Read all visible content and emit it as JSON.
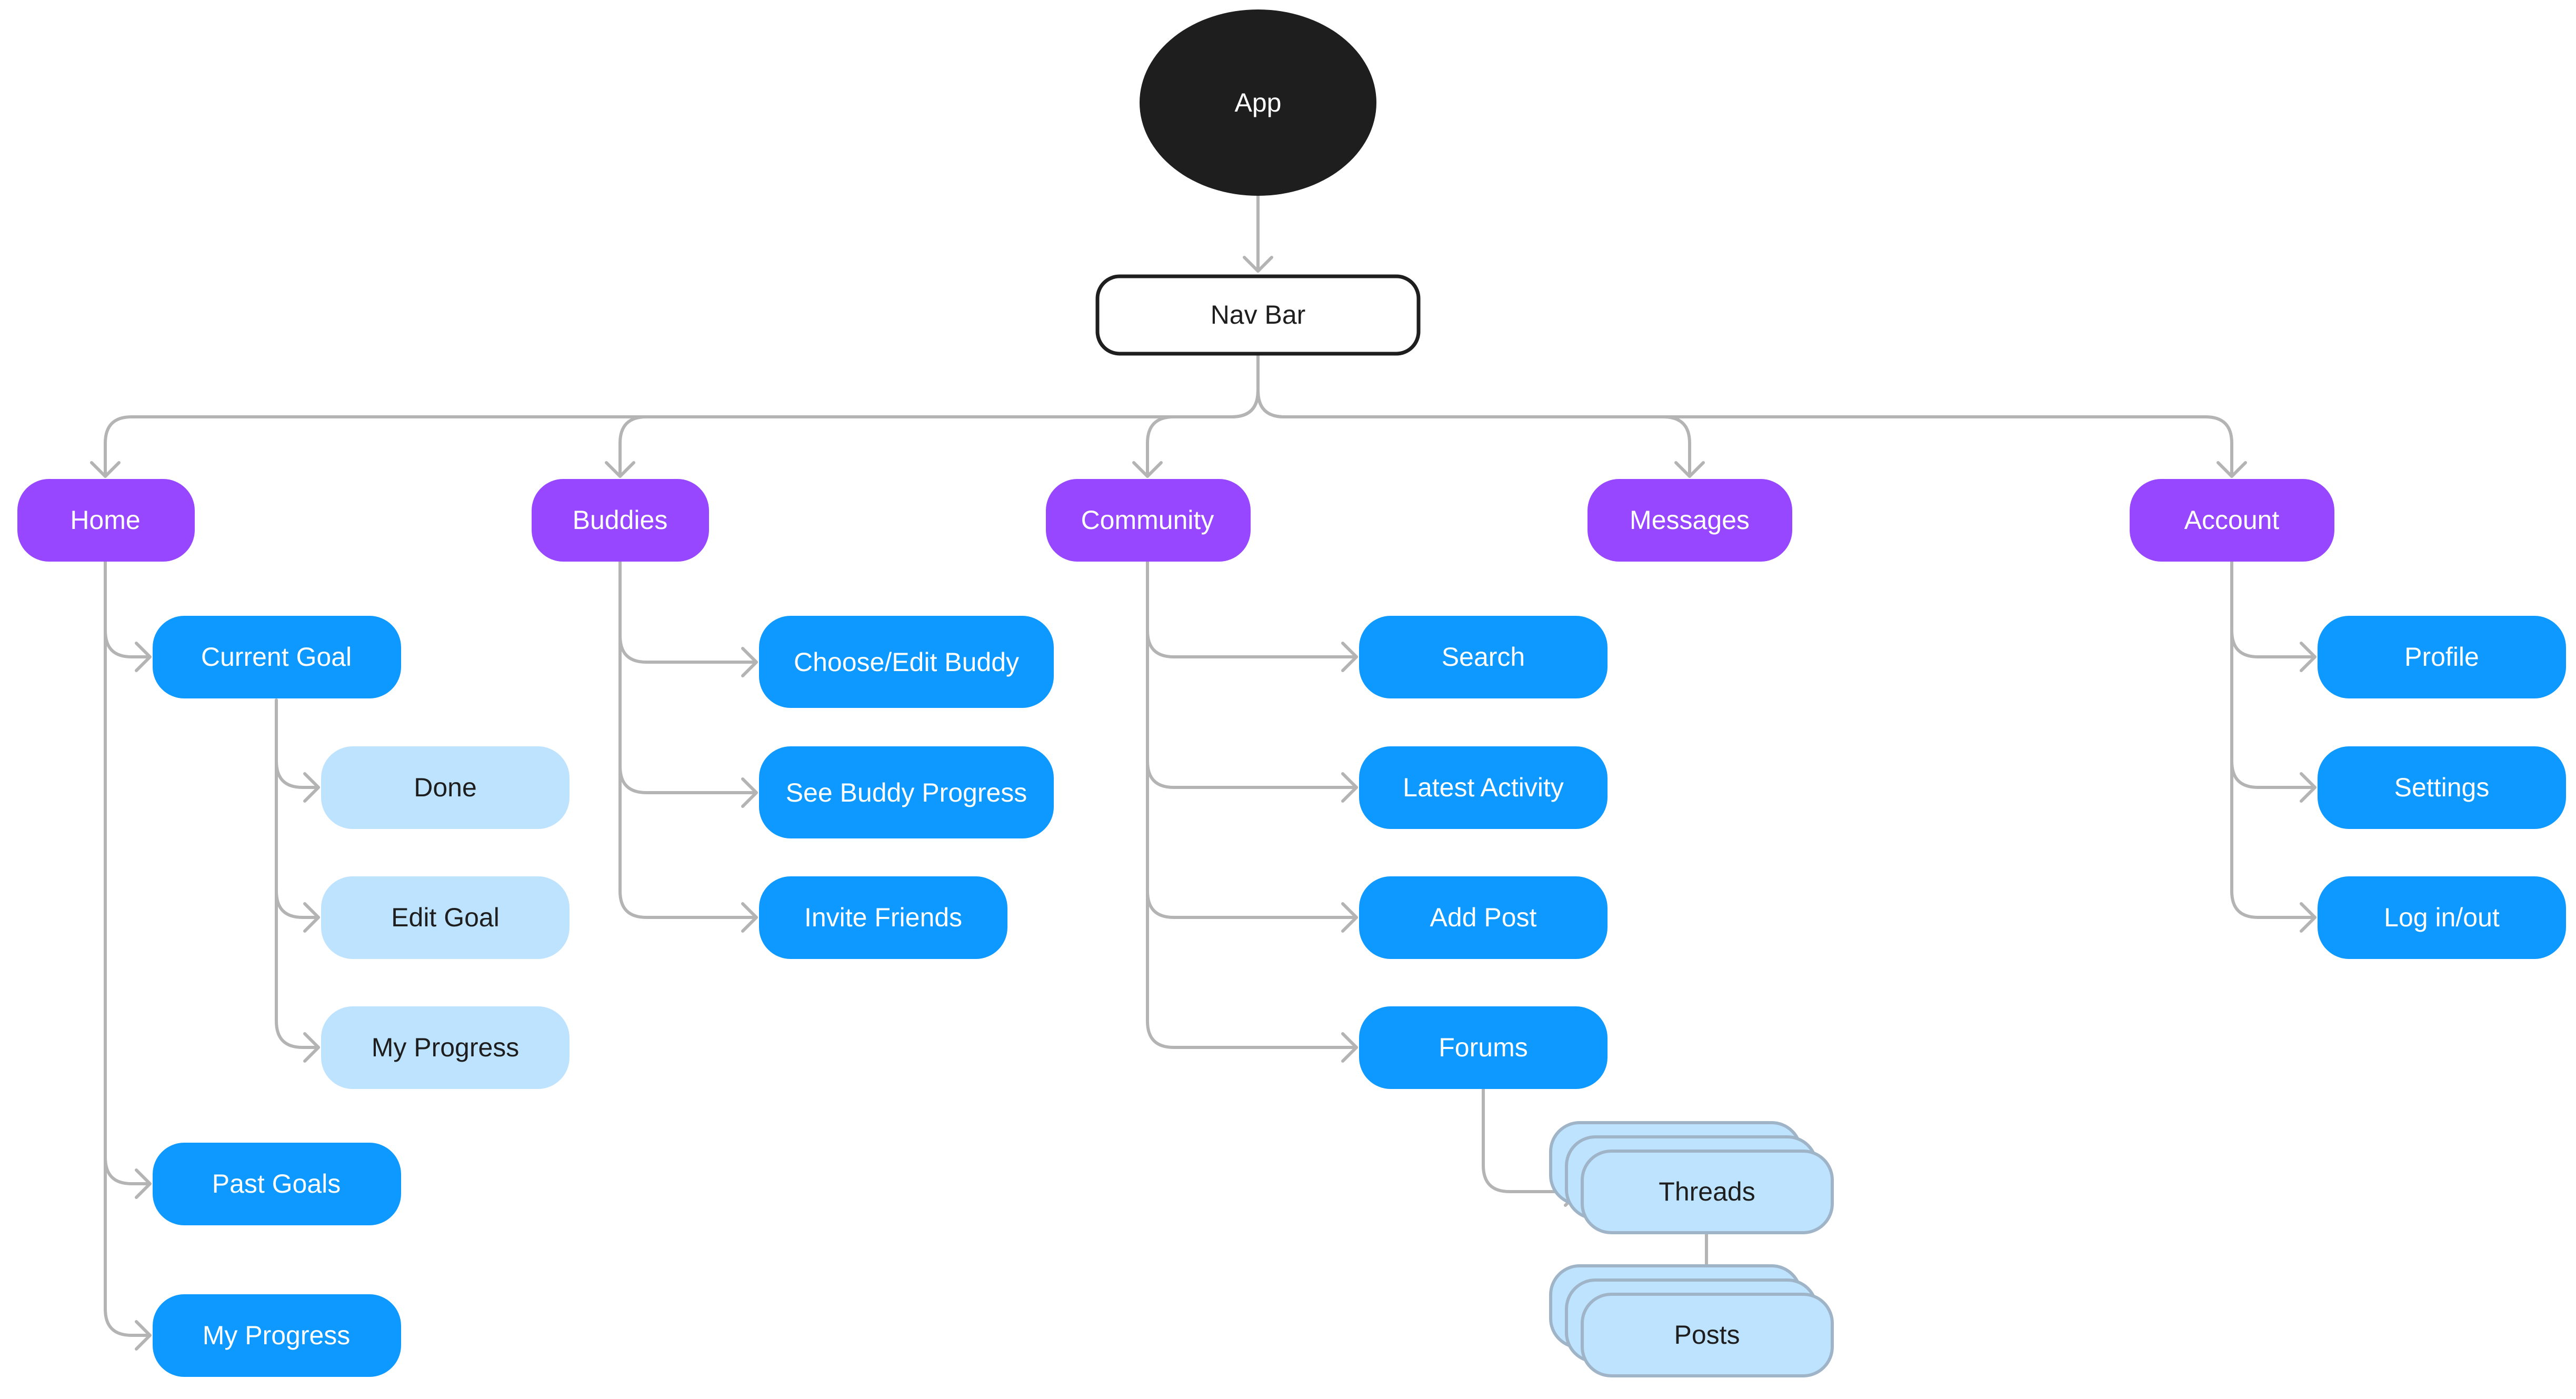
{
  "diagram": {
    "root": "App",
    "nav": "Nav Bar",
    "sections": {
      "home": {
        "label": "Home",
        "current_goal": "Current Goal",
        "done": "Done",
        "edit_goal": "Edit Goal",
        "current_goal_progress": "My Progress",
        "past_goals": "Past Goals",
        "my_progress": "My Progress"
      },
      "buddies": {
        "label": "Buddies",
        "choose_edit_buddy": "Choose/Edit Buddy",
        "see_buddy_progress": "See Buddy Progress",
        "invite_friends": "Invite Friends"
      },
      "community": {
        "label": "Community",
        "search": "Search",
        "latest_activity": "Latest Activity",
        "add_post": "Add Post",
        "forums": "Forums",
        "threads": "Threads",
        "posts": "Posts"
      },
      "messages": {
        "label": "Messages"
      },
      "account": {
        "label": "Account",
        "profile": "Profile",
        "settings": "Settings",
        "log_in_out": "Log in/out"
      }
    },
    "colors": {
      "root": "#1e1e1e",
      "section": "#9747ff",
      "page": "#0d99ff",
      "subpage": "#bde3ff",
      "connector": "#b4b4b4"
    }
  }
}
